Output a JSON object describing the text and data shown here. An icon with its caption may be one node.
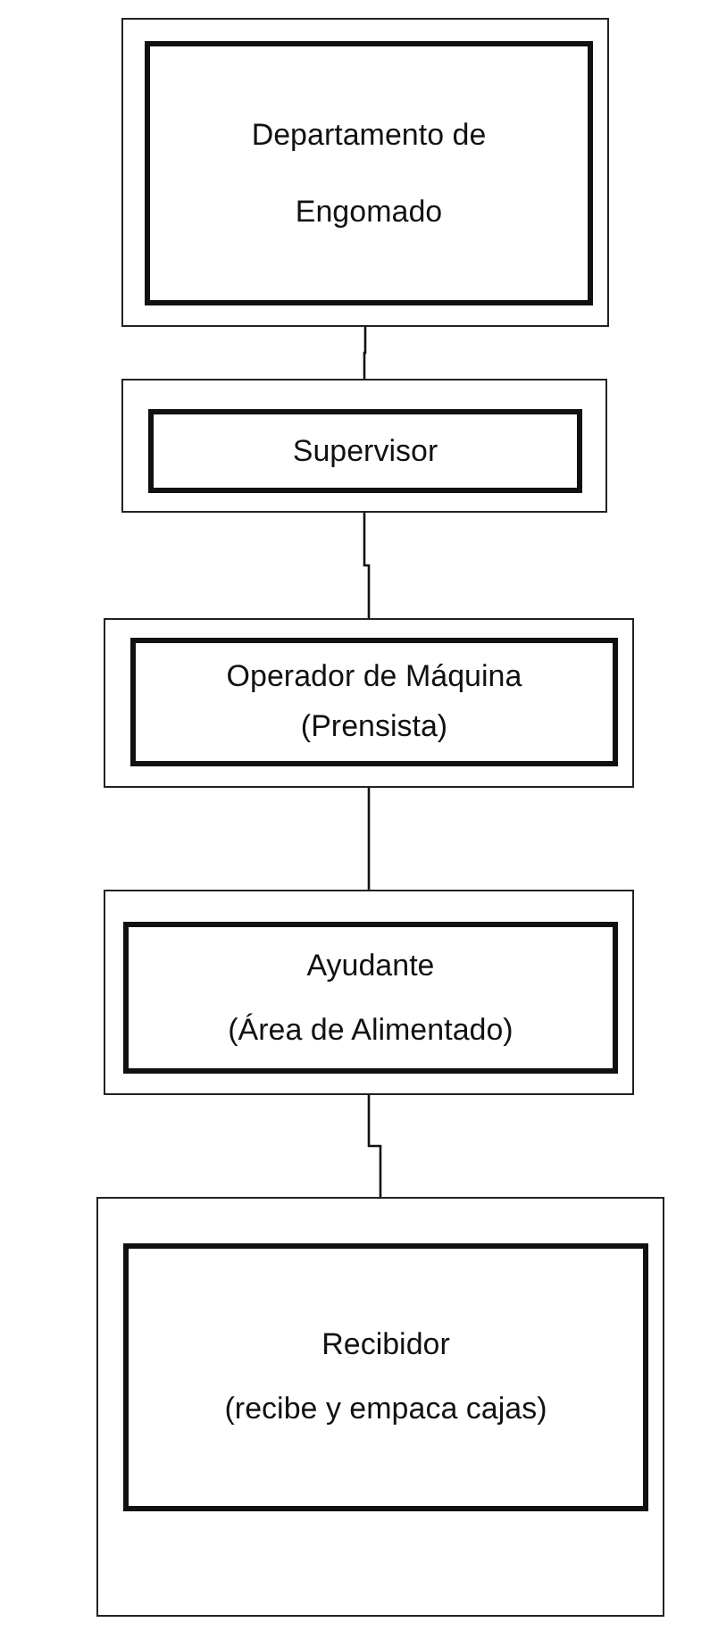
{
  "diagram": {
    "nodes": [
      {
        "text": [
          "Departamento de Engomado"
        ]
      },
      {
        "text": [
          "Supervisor"
        ]
      },
      {
        "text": [
          "Operador de Máquina",
          "(Prensista)"
        ]
      },
      {
        "text": [
          "Ayudante",
          "(Área de Alimentado)"
        ]
      },
      {
        "text": [
          "Recibidor",
          "(recibe y empaca cajas)"
        ]
      }
    ],
    "edges": [
      {
        "from": 0,
        "to": 1,
        "arrow": "none"
      },
      {
        "from": 1,
        "to": 2,
        "arrow": "none"
      },
      {
        "from": 2,
        "to": 3,
        "arrow": "none"
      },
      {
        "from": 3,
        "to": 4,
        "arrow": "none"
      }
    ]
  }
}
